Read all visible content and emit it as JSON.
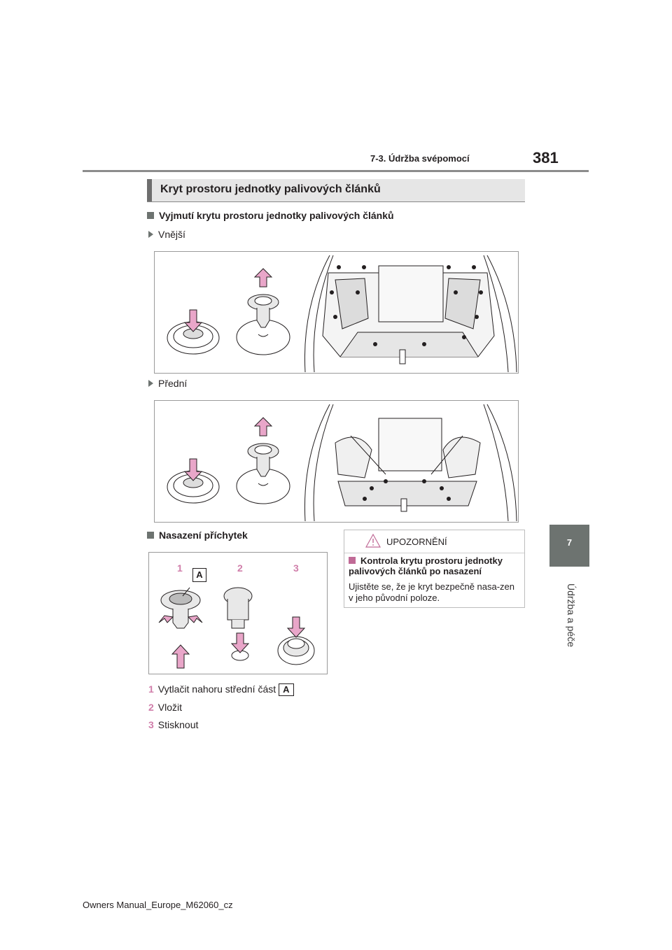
{
  "header": {
    "section": "7-3. Údržba svépomocí",
    "page_number": "381"
  },
  "side_tab": {
    "number": "7",
    "label": "Údržba a péče"
  },
  "heading": "Kryt prostoru jednotky palivových článků",
  "removal": {
    "title": "Vyjmutí krytu prostoru jednotky palivových článků",
    "exterior": "Vnější",
    "front": "Přední"
  },
  "installation": {
    "title": "Nasazení příchytek",
    "figure_labels": [
      "1",
      "2",
      "3"
    ],
    "figure_part_label": "A",
    "steps": [
      {
        "num": "1",
        "text": "Vytlačit nahoru střední část",
        "part": "A"
      },
      {
        "num": "2",
        "text": "Vložit"
      },
      {
        "num": "3",
        "text": "Stisknout"
      }
    ]
  },
  "warning": {
    "title": "UPOZORNĚNÍ",
    "subtitle": "Kontrola krytu prostoru jednotky palivových článků po nasazení",
    "text": "Ujistěte se, že je kryt bezpečně nasa-zen v jeho původní poloze."
  },
  "footer": "Owners Manual_Europe_M62060_cz",
  "colors": {
    "arrow_pink": "#e9a6c9",
    "number_pink": "#d07eaa",
    "tab_gray": "#6d7370"
  }
}
